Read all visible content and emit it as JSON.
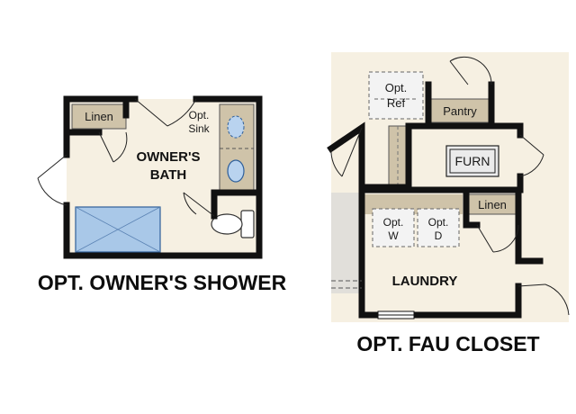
{
  "left_plan": {
    "linen": "Linen",
    "opt_sink_line1": "Opt.",
    "opt_sink_line2": "Sink",
    "bath_line1": "OWNER'S",
    "bath_line2": "BATH",
    "caption": "OPT. OWNER'S SHOWER"
  },
  "right_plan": {
    "opt_ref_line1": "Opt.",
    "opt_ref_line2": "Ref",
    "pantry": "Pantry",
    "furn": "FURN",
    "linen": "Linen",
    "opt_w_line1": "Opt.",
    "opt_w_line2": "W",
    "opt_d_line1": "Opt.",
    "opt_d_line2": "D",
    "laundry": "LAUNDRY",
    "caption": "OPT. FAU CLOSET"
  },
  "colors": {
    "wall": "#111111",
    "floor": "#f6f0e2",
    "shelf": "#cfc3a9",
    "shower": "#a9c8e8",
    "sink": "#b9d3ef"
  }
}
